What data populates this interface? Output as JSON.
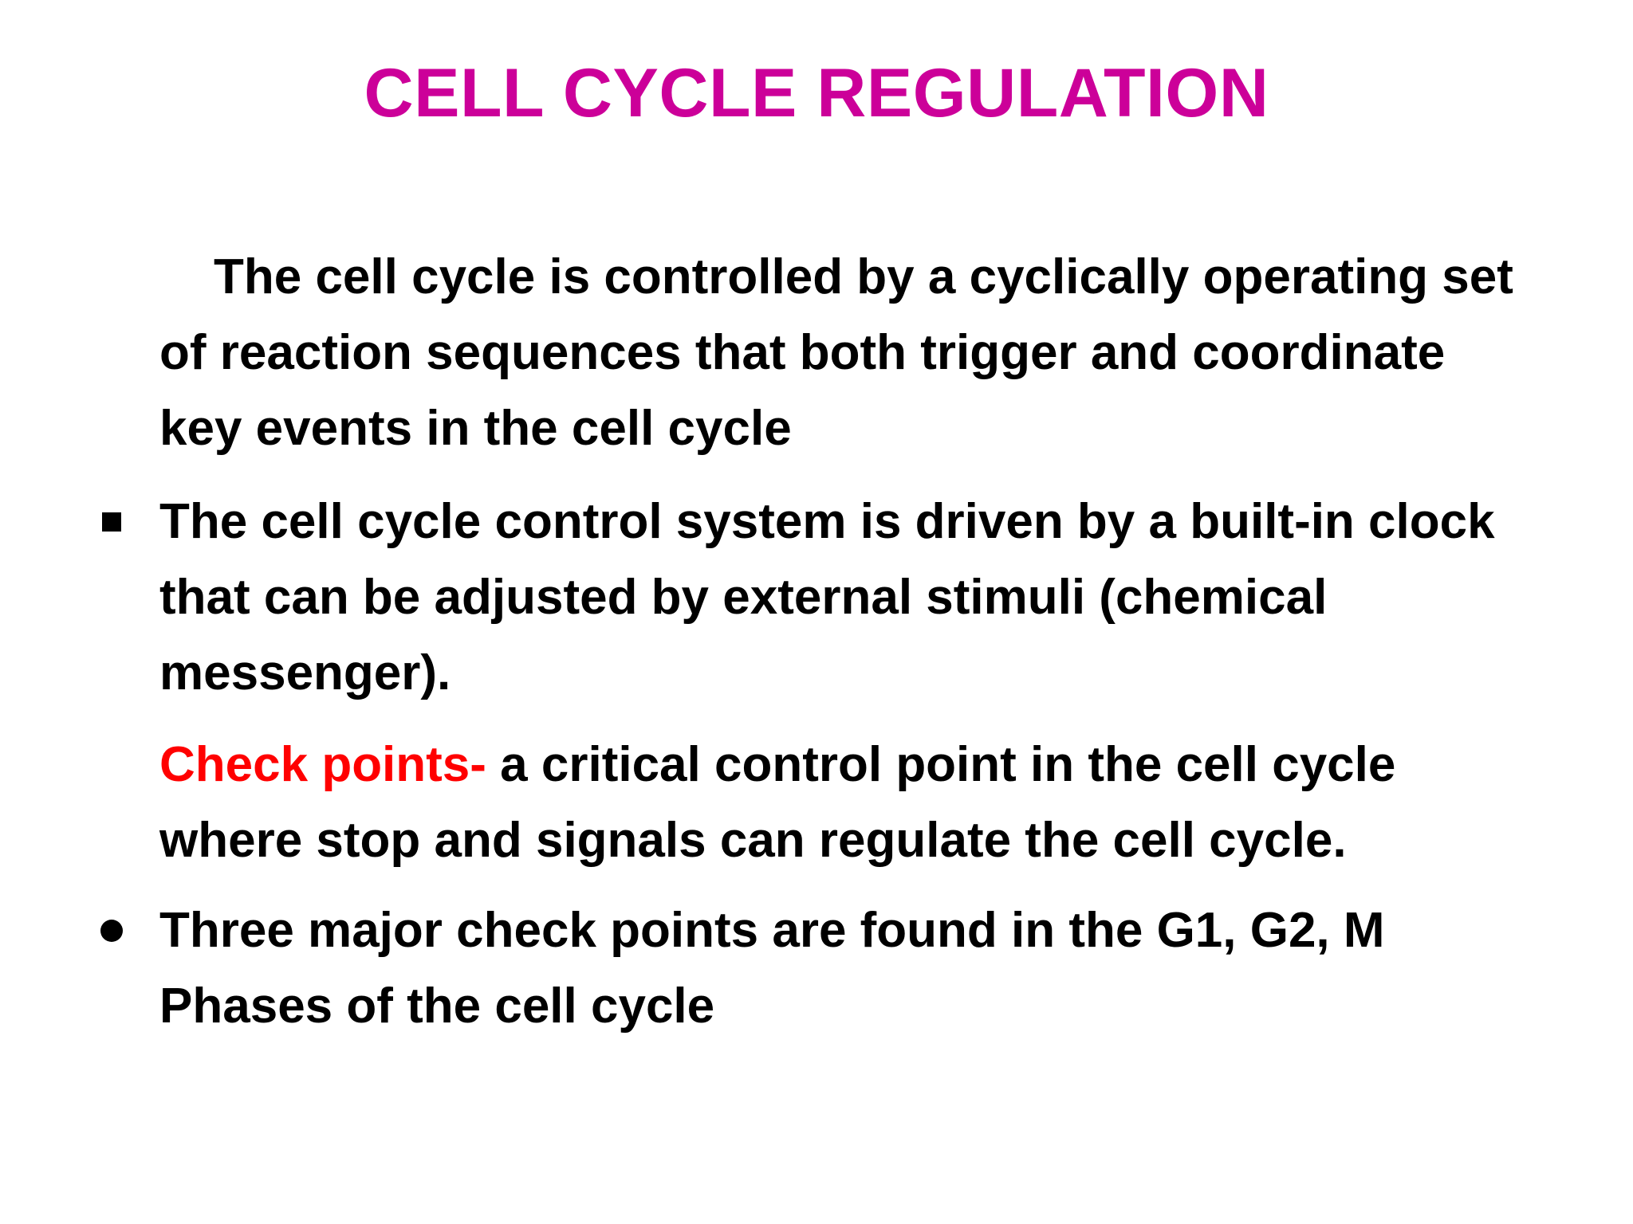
{
  "slide": {
    "title": "CELL CYCLE REGULATION",
    "title_color": "#CC0099",
    "background_color": "#FFFFFF",
    "body_text_color": "#000000",
    "highlight_color": "#FF0000",
    "paragraphs": [
      {
        "id": "intro",
        "bullet": "none",
        "indent_first_line": true,
        "text": "The cell cycle is controlled by a cyclically operating set of reaction sequences that both trigger and coordinate key events in the cell cycle"
      },
      {
        "id": "control-system",
        "bullet": "square",
        "indent_first_line": false,
        "text": "The cell cycle control system is driven by a built-in clock that can be adjusted by external stimuli (chemical messenger)."
      },
      {
        "id": "check-points",
        "bullet": "none",
        "indent_first_line": false,
        "highlighted_lead": "Check points-",
        "text": " a critical control point in the cell cycle where stop and signals can regulate the cell cycle."
      },
      {
        "id": "three-checkpoints",
        "bullet": "dot",
        "indent_first_line": false,
        "text": "Three major check points are found in the G1, G2, M Phases of the cell cycle"
      }
    ]
  }
}
